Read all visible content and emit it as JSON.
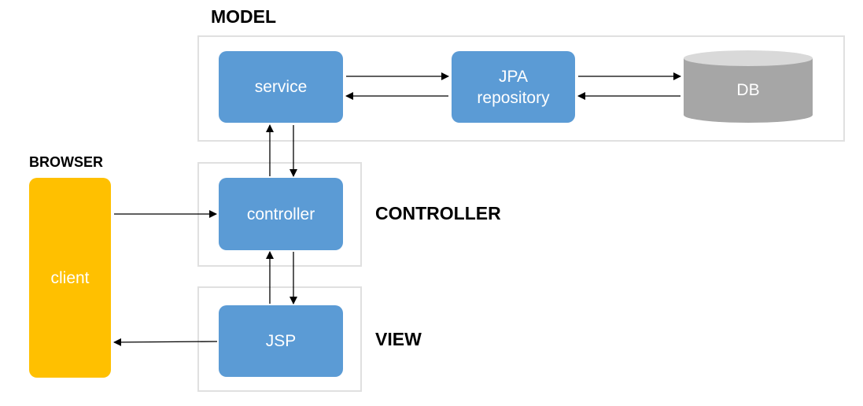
{
  "labels": {
    "model": "MODEL",
    "browser": "BROWSER",
    "controller": "CONTROLLER",
    "view": "VIEW"
  },
  "nodes": {
    "service": "service",
    "jpa_line1": "JPA",
    "jpa_line2": "repository",
    "db": "DB",
    "controller": "controller",
    "jsp": "JSP",
    "client": "client"
  },
  "colors": {
    "blue": "#5b9bd5",
    "client": "#ffc000",
    "db": "#a6a6a6",
    "db_top": "#d9d9d9",
    "border": "#e0e0e0"
  }
}
